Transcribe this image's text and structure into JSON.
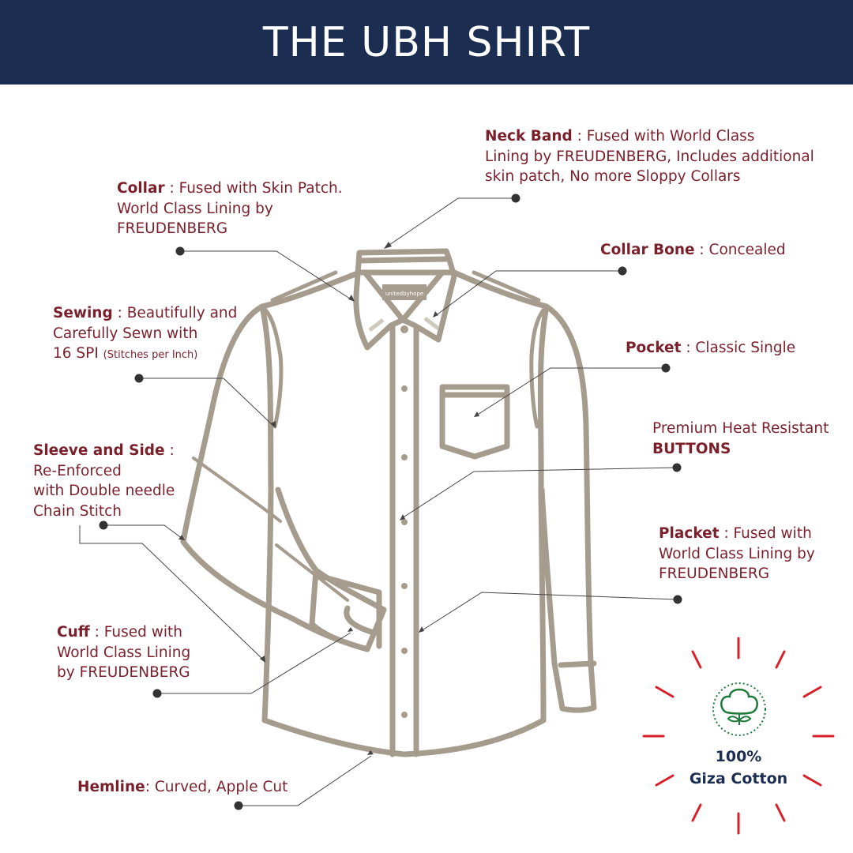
{
  "header": {
    "title": "THE UBH SHIRT"
  },
  "shirt": {
    "brand_tag": "unitedbyhope"
  },
  "colors": {
    "header_bg": "#1c2d52",
    "label": "#7b1f2b",
    "shirt_outline": "#a59c8e",
    "cotton_ray": "#d9202a",
    "cotton_icon": "#1f7a3a",
    "badge_text": "#1c2d52"
  },
  "callouts": {
    "neck_band": {
      "title": "Neck Band",
      "text1": " : Fused with World Class",
      "text2": "Lining by FREUDENBERG, Includes additional",
      "text3": "skin patch, No more Sloppy Collars"
    },
    "collar": {
      "title": "Collar",
      "text1": " : Fused with Skin Patch.",
      "text2": "World Class Lining by",
      "text3": "FREUDENBERG"
    },
    "collar_bone": {
      "title": "Collar Bone",
      "text1": " : Concealed"
    },
    "sewing": {
      "title": "Sewing",
      "text1": " : Beautifully and",
      "text2": "Carefully Sewn with",
      "text3a": "16 SPI ",
      "text3b": "(Stitches per Inch)"
    },
    "pocket": {
      "title": "Pocket",
      "text1": " : Classic Single"
    },
    "buttons": {
      "text1": "Premium Heat Resistant",
      "title": "BUTTONS"
    },
    "sleeve_side": {
      "title": "Sleeve and Side",
      "text1": " :",
      "text2": "Re-Enforced",
      "text3": "with Double needle",
      "text4": "Chain Stitch"
    },
    "placket": {
      "title": "Placket",
      "text1": " : Fused with",
      "text2": "World Class Lining by",
      "text3": "FREUDENBERG"
    },
    "cuff": {
      "title": "Cuff",
      "text1": " : Fused with",
      "text2": "World Class Lining",
      "text3": "by FREUDENBERG"
    },
    "hemline": {
      "title": "Hemline",
      "text1": ": Curved, Apple Cut"
    }
  },
  "badge": {
    "line1": "100%",
    "line2": "Giza Cotton",
    "icon": "cotton-flower-icon"
  }
}
